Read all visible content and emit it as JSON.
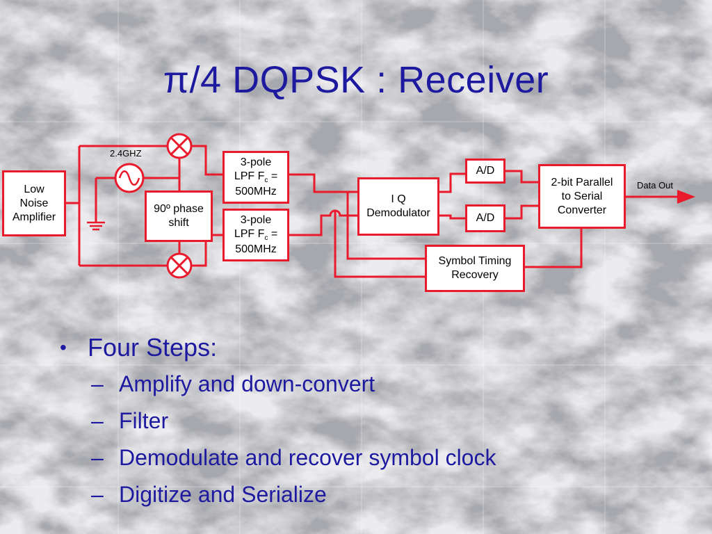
{
  "title": "π/4 DQPSK : Receiver",
  "diagram": {
    "lna": [
      "Low",
      "Noise",
      "Amplifier"
    ],
    "oscillator_label": "2.4GHZ",
    "phase_shift": [
      "90º phase",
      "shift"
    ],
    "lpf_top": {
      "line1": "3-pole",
      "line2_prefix": "LPF F",
      "line2_sub": "c",
      "line2_suffix": " =",
      "line3": "500MHz"
    },
    "lpf_bottom": {
      "line1": "3-pole",
      "line2_prefix": "LPF F",
      "line2_sub": "c",
      "line2_suffix": " =",
      "line3": "500MHz"
    },
    "iq_demod": [
      "I Q",
      "Demodulator"
    ],
    "ad_top": "A/D",
    "ad_bottom": "A/D",
    "serializer": [
      "2-bit Parallel",
      "to Serial",
      "Converter"
    ],
    "timing": [
      "Symbol Timing",
      "Recovery"
    ],
    "data_out": "Data Out",
    "colors": {
      "wire": "#e81a2b",
      "text": "#1d1aa0"
    }
  },
  "bullets": {
    "marker": "•",
    "heading": "Four Steps:",
    "dash": "–",
    "items": [
      "Amplify and down-convert",
      "Filter",
      "Demodulate and recover symbol clock",
      "Digitize and Serialize"
    ]
  }
}
